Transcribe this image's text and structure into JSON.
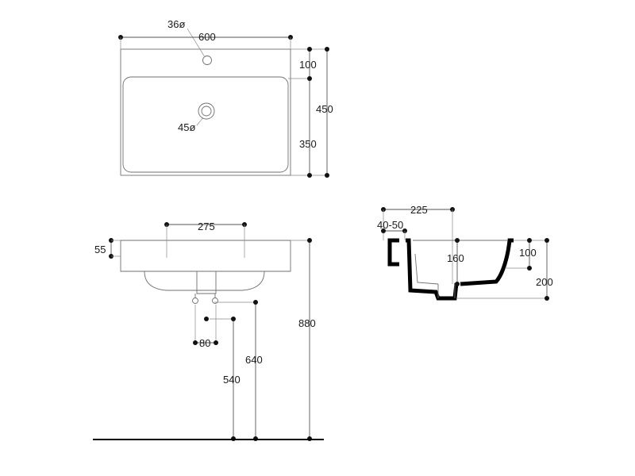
{
  "top_view": {
    "tap_hole": "36ø",
    "width": "600",
    "waste": "45ø",
    "dim_100": "100",
    "dim_350": "350",
    "dim_450": "450"
  },
  "front_view": {
    "dim_275": "275",
    "dim_55": "55",
    "dim_80": "80",
    "dim_640": "640",
    "dim_540": "540",
    "dim_880": "880"
  },
  "side_view": {
    "dim_225": "225",
    "dim_40_50": "40-50",
    "dim_160": "160",
    "dim_100": "100",
    "dim_200": "200"
  }
}
